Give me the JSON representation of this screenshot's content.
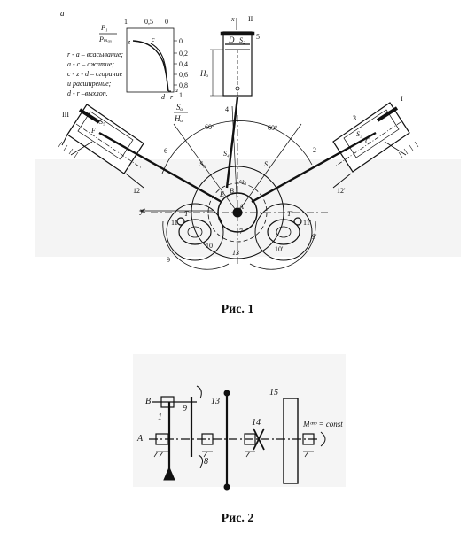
{
  "figure1": {
    "caption": "Рис. 1",
    "panel_label": "а",
    "indicator": {
      "y_label_top": "P₁",
      "y_label_bottom": "Pₘₐₓ",
      "x_ticks": [
        "1",
        "0,5",
        "0"
      ],
      "y_ticks": [
        "0",
        "0,2",
        "0,4",
        "0,6",
        "0,8",
        "1"
      ],
      "points": [
        "z",
        "c",
        "d",
        "r",
        "a"
      ],
      "ratio_num": "Sₒ",
      "ratio_den": "Hₒ"
    },
    "legend": [
      "r - a – всасывание;",
      "a - c – сжатие;",
      "c - z - d – сгорание",
      "и расширение;",
      "d - r –выхлоп."
    ],
    "cylinder_labels": [
      "x",
      "II",
      "D",
      "S₂",
      "5",
      "Hₒ",
      "4"
    ],
    "labels": {
      "angle_left": "60°",
      "angle_right": "60°",
      "rod_left": "S₆",
      "rod_mid": "S₄",
      "rod_right": "S₁",
      "cyl_left": "III",
      "cyl_right": "I",
      "num3": "3",
      "num2": "2",
      "num6": "6",
      "num12": "12",
      "num12p": "12'",
      "B": "B",
      "A": "A",
      "E": "E",
      "omega": "ω₁",
      "y": "y",
      "T": "T",
      "Tp": "T'",
      "num11": "11",
      "num11p": "11'",
      "num10": "10",
      "num10p": "10'",
      "num9": "9",
      "num9p": "9'",
      "num13": "13",
      "num7": "7",
      "C": "C",
      "F": "F",
      "S3": "S₃",
      "S5": "S₅"
    }
  },
  "figure2": {
    "caption": "Рис. 2",
    "labels": {
      "B": "B",
      "A": "A",
      "n1": "1",
      "n9": "9",
      "n8": "8",
      "n13": "13",
      "n14": "14",
      "n15": "15",
      "moment": "Mᶜⁿᵖ = const"
    }
  }
}
